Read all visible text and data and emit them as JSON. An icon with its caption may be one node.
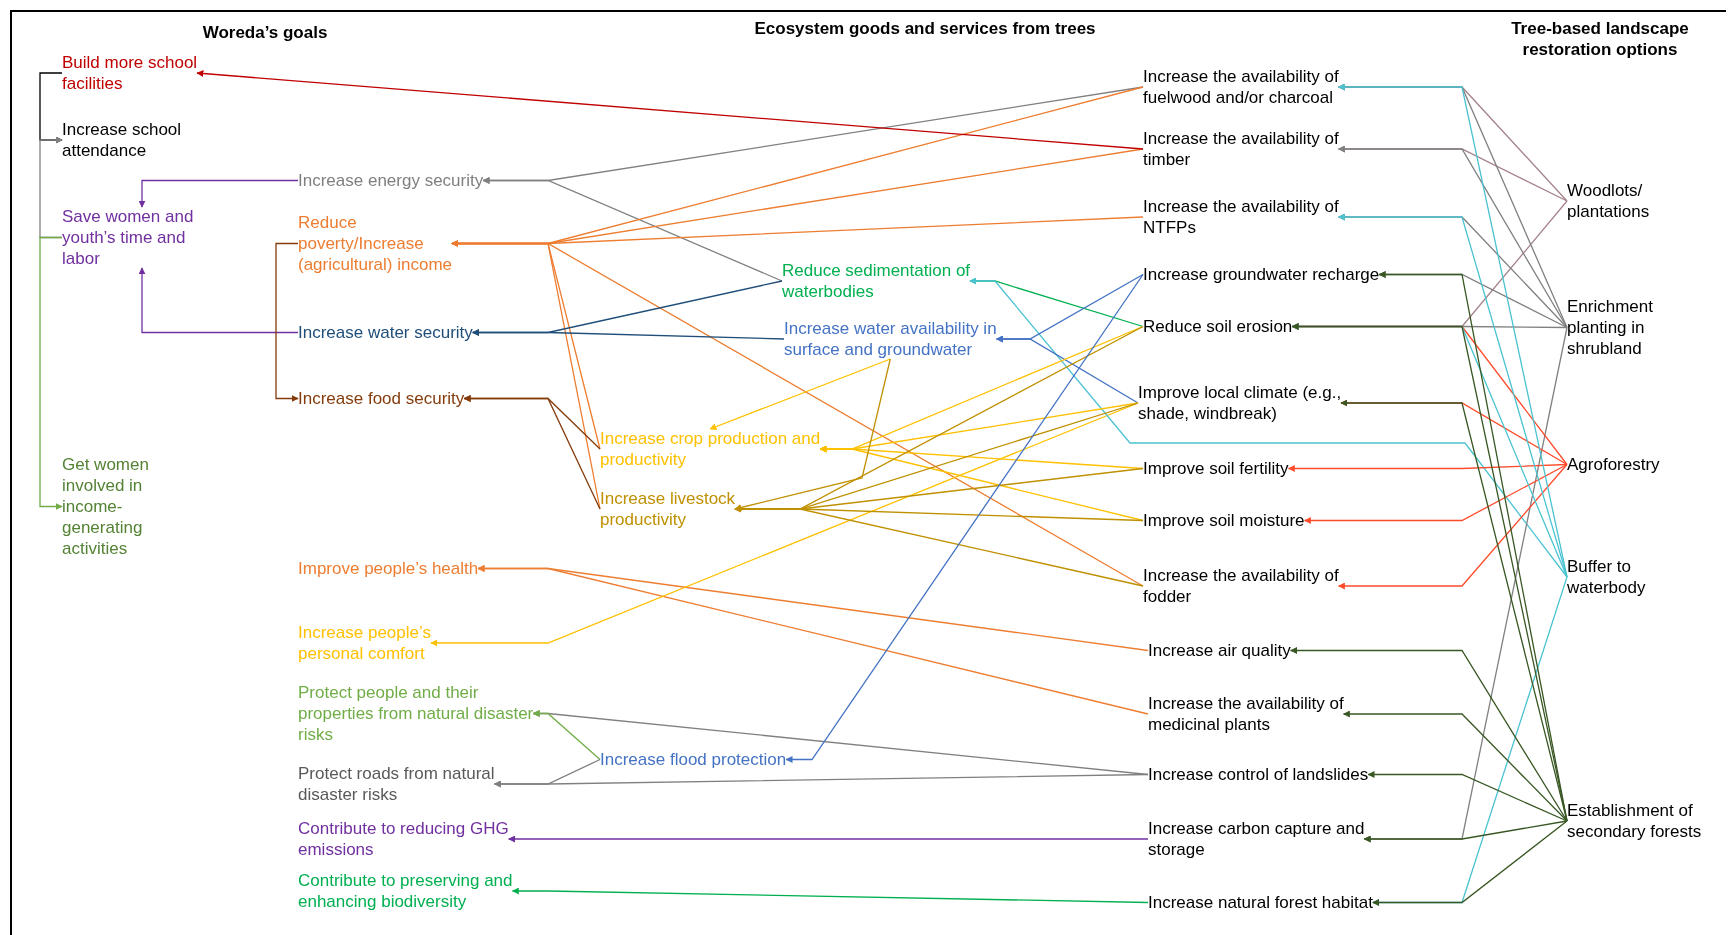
{
  "diagram": {
    "nodes": [
      {
        "text": [
          "Build more school facilities"
        ]
      },
      {
        "text": [
          "Increase school attendance"
        ]
      },
      {
        "text": [
          "Save women and youth’s time and labor"
        ]
      },
      {
        "text": [
          "Get women involved in income-generating activities"
        ]
      },
      {
        "text": [
          "Increase energy security"
        ]
      },
      {
        "text": [
          "Reduce poverty/Increase (agricultural) income"
        ]
      },
      {
        "text": [
          "Increase water security"
        ]
      },
      {
        "text": [
          "Increase food security"
        ]
      },
      {
        "text": [
          "Improve people’s health"
        ]
      },
      {
        "text": [
          "Increase people’s personal comfort"
        ]
      },
      {
        "text": [
          "Protect people and their properties from natural disaster risks"
        ]
      },
      {
        "text": [
          "Protect roads from natural disaster risks"
        ]
      },
      {
        "text": [
          "Contribute to reducing GHG emissions"
        ]
      },
      {
        "text": [
          "Contribute to preserving and enhancing biodiversity"
        ]
      },
      {
        "text": [
          "Reduce sedimentation of waterbodies"
        ]
      },
      {
        "text": [
          "Increase water availability in surface and groundwater"
        ]
      },
      {
        "text": [
          "Increase crop production and productivity"
        ]
      },
      {
        "text": [
          "Increase livestock productivity"
        ]
      },
      {
        "text": [
          "Increase flood protection"
        ]
      },
      {
        "text": [
          "Increase the availability of fuelwood and/or charcoal"
        ]
      },
      {
        "text": [
          "Increase the availability of timber"
        ]
      },
      {
        "text": [
          "Increase the availability of NTFPs"
        ]
      },
      {
        "text": [
          "Increase groundwater recharge"
        ]
      },
      {
        "text": [
          "Reduce soil erosion"
        ]
      },
      {
        "text": [
          "Improve local climate (e.g., shade, windbreak)"
        ]
      },
      {
        "text": [
          "Improve soil fertility"
        ]
      },
      {
        "text": [
          "Improve soil moisture"
        ]
      },
      {
        "text": [
          "Increase the availability of fodder"
        ]
      },
      {
        "text": [
          "Increase air quality"
        ]
      },
      {
        "text": [
          "Increase the availability of medicinal plants"
        ]
      },
      {
        "text": [
          "Increase control of landslides"
        ]
      },
      {
        "text": [
          "Increase carbon capture and storage"
        ]
      },
      {
        "text": [
          "Increase natural forest habitat"
        ]
      },
      {
        "text": [
          "Woodlots/ plantations"
        ]
      },
      {
        "text": [
          "Enrichment planting in shrubland"
        ]
      },
      {
        "text": [
          "Agroforestry"
        ]
      },
      {
        "text": [
          "Buffer to waterbody"
        ]
      },
      {
        "text": [
          "Establishment of secondary forests"
        ]
      }
    ],
    "edges": [
      {
        "from": 0,
        "to": 1,
        "arrow": "to",
        "color": "#000000"
      },
      {
        "from": 2,
        "to": 1,
        "arrow": "to",
        "color": "#808080"
      },
      {
        "from": 2,
        "to": 3,
        "arrow": "to",
        "color": "#70ad47"
      },
      {
        "from": 4,
        "to": 2,
        "arrow": "to",
        "color": "#7030a0"
      },
      {
        "from": 6,
        "to": 2,
        "arrow": "to",
        "color": "#7030a0"
      },
      {
        "from": 5,
        "to": 7,
        "arrow": "to",
        "color": "#843c0c"
      },
      {
        "from": 19,
        "to": 4,
        "arrow": "to",
        "color": "#808080"
      },
      {
        "from": 14,
        "to": 4,
        "arrow": "to",
        "color": "#808080"
      },
      {
        "from": 19,
        "to": 5,
        "arrow": "to",
        "color": "#ed7d31"
      },
      {
        "from": 20,
        "to": 5,
        "arrow": "to",
        "color": "#ed7d31"
      },
      {
        "from": 21,
        "to": 5,
        "arrow": "to",
        "color": "#ed7d31"
      },
      {
        "from": 16,
        "to": 5,
        "arrow": "to",
        "color": "#ed7d31"
      },
      {
        "from": 17,
        "to": 5,
        "arrow": "to",
        "color": "#ed7d31"
      },
      {
        "from": 27,
        "to": 5,
        "arrow": "to",
        "color": "#ed7d31"
      },
      {
        "from": 20,
        "to": 0,
        "arrow": "to",
        "color": "#c00000"
      },
      {
        "from": 14,
        "to": 6,
        "arrow": "to",
        "color": "#1f4e79"
      },
      {
        "from": 15,
        "to": 6,
        "arrow": "to",
        "color": "#1f4e79"
      },
      {
        "from": 16,
        "to": 7,
        "arrow": "to",
        "color": "#843c0c"
      },
      {
        "from": 17,
        "to": 7,
        "arrow": "to",
        "color": "#843c0c"
      },
      {
        "from": 28,
        "to": 8,
        "arrow": "to",
        "color": "#ed7d31"
      },
      {
        "from": 29,
        "to": 8,
        "arrow": "to",
        "color": "#ed7d31"
      },
      {
        "from": 24,
        "to": 9,
        "arrow": "to",
        "color": "#ffc000"
      },
      {
        "from": 30,
        "to": 10,
        "arrow": "to",
        "color": "#808080"
      },
      {
        "from": 18,
        "to": 10,
        "arrow": "to",
        "color": "#70ad47"
      },
      {
        "from": 30,
        "to": 11,
        "arrow": "to",
        "color": "#808080"
      },
      {
        "from": 18,
        "to": 11,
        "arrow": "to",
        "color": "#808080"
      },
      {
        "from": 31,
        "to": 12,
        "arrow": "to",
        "color": "#7030a0"
      },
      {
        "from": 32,
        "to": 13,
        "arrow": "to",
        "color": "#00b050"
      },
      {
        "from": 23,
        "to": 14,
        "arrow": "to",
        "color": "#00b050"
      },
      {
        "from": 36,
        "to": 14,
        "arrow": "to",
        "color": "#4bc3d1"
      },
      {
        "from": 22,
        "to": 15,
        "arrow": "to",
        "color": "#4472c4"
      },
      {
        "from": 24,
        "to": 15,
        "arrow": "to",
        "color": "#4472c4"
      },
      {
        "from": 15,
        "to": 16,
        "arrow": "to",
        "color": "#ffc000"
      },
      {
        "from": 23,
        "to": 16,
        "arrow": "to",
        "color": "#ffc000"
      },
      {
        "from": 24,
        "to": 16,
        "arrow": "to",
        "color": "#ffc000"
      },
      {
        "from": 25,
        "to": 16,
        "arrow": "to",
        "color": "#ffc000"
      },
      {
        "from": 26,
        "to": 16,
        "arrow": "to",
        "color": "#ffc000"
      },
      {
        "from": 15,
        "to": 17,
        "arrow": "to",
        "color": "#bf9000"
      },
      {
        "from": 23,
        "to": 17,
        "arrow": "to",
        "color": "#bf9000"
      },
      {
        "from": 24,
        "to": 17,
        "arrow": "to",
        "color": "#bf9000"
      },
      {
        "from": 25,
        "to": 17,
        "arrow": "to",
        "color": "#bf9000"
      },
      {
        "from": 26,
        "to": 17,
        "arrow": "to",
        "color": "#bf9000"
      },
      {
        "from": 27,
        "to": 17,
        "arrow": "to",
        "color": "#bf9000"
      },
      {
        "from": 22,
        "to": 18,
        "arrow": "to",
        "color": "#4472c4"
      },
      {
        "from": 33,
        "to": 19,
        "arrow": "to",
        "color": "#a5838a"
      },
      {
        "from": 33,
        "to": 20,
        "arrow": "to",
        "color": "#a5838a"
      },
      {
        "from": 33,
        "to": 23,
        "arrow": "to",
        "color": "#a5838a"
      },
      {
        "from": 34,
        "to": 19,
        "arrow": "to",
        "color": "#808080"
      },
      {
        "from": 34,
        "to": 20,
        "arrow": "to",
        "color": "#808080"
      },
      {
        "from": 34,
        "to": 21,
        "arrow": "to",
        "color": "#808080"
      },
      {
        "from": 34,
        "to": 22,
        "arrow": "to",
        "color": "#808080"
      },
      {
        "from": 34,
        "to": 23,
        "arrow": "to",
        "color": "#808080"
      },
      {
        "from": 34,
        "to": 31,
        "arrow": "to",
        "color": "#808080"
      },
      {
        "from": 35,
        "to": 23,
        "arrow": "to",
        "color": "#ff4b2b"
      },
      {
        "from": 35,
        "to": 24,
        "arrow": "to",
        "color": "#ff4b2b"
      },
      {
        "from": 35,
        "to": 25,
        "arrow": "to",
        "color": "#ff4b2b"
      },
      {
        "from": 35,
        "to": 26,
        "arrow": "to",
        "color": "#ff4b2b"
      },
      {
        "from": 35,
        "to": 27,
        "arrow": "to",
        "color": "#ff4b2b"
      },
      {
        "from": 36,
        "to": 19,
        "arrow": "to",
        "color": "#4bc3d1"
      },
      {
        "from": 36,
        "to": 21,
        "arrow": "to",
        "color": "#4bc3d1"
      },
      {
        "from": 36,
        "to": 23,
        "arrow": "to",
        "color": "#4bc3d1"
      },
      {
        "from": 36,
        "to": 32,
        "arrow": "to",
        "color": "#4bc3d1"
      },
      {
        "from": 37,
        "to": 22,
        "arrow": "to",
        "color": "#385723"
      },
      {
        "from": 37,
        "to": 23,
        "arrow": "to",
        "color": "#385723"
      },
      {
        "from": 37,
        "to": 24,
        "arrow": "to",
        "color": "#385723"
      },
      {
        "from": 37,
        "to": 28,
        "arrow": "to",
        "color": "#385723"
      },
      {
        "from": 37,
        "to": 29,
        "arrow": "to",
        "color": "#385723"
      },
      {
        "from": 37,
        "to": 30,
        "arrow": "to",
        "color": "#385723"
      },
      {
        "from": 37,
        "to": 31,
        "arrow": "to",
        "color": "#385723"
      },
      {
        "from": 37,
        "to": 32,
        "arrow": "to",
        "color": "#385723"
      }
    ],
    "labels": [
      "Woreda’s goals",
      "Ecosystem goods and services from trees",
      "Tree-based landscape restoration options"
    ]
  }
}
